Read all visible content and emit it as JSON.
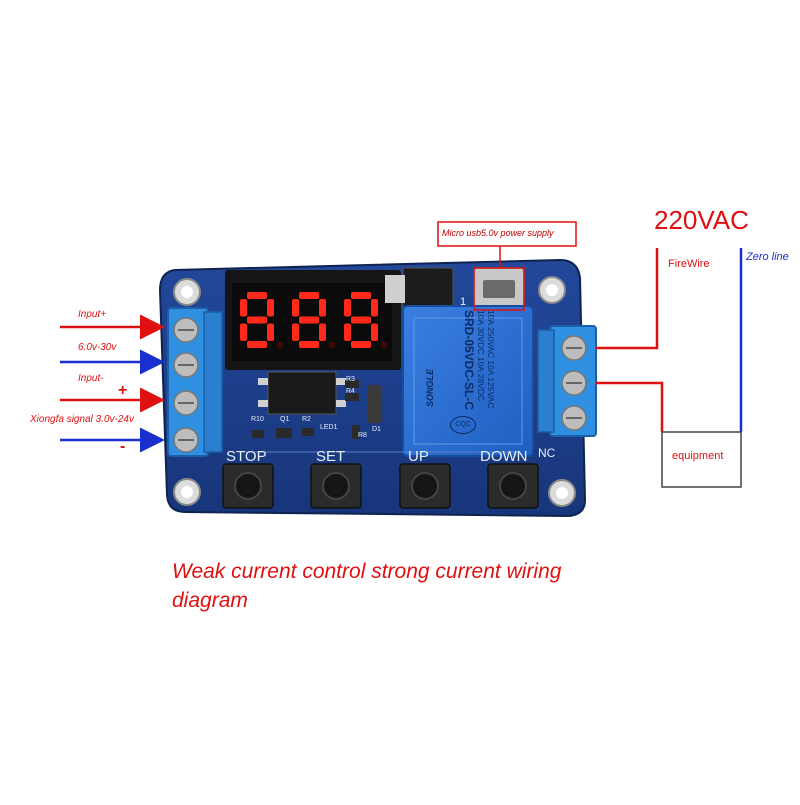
{
  "diagram": {
    "left_labels": {
      "input_plus": "Input+",
      "input_range": "6.0v-30v",
      "input_minus": "Input-",
      "plus_sign": "+",
      "signal": "Xiongfa signal 3.0v-24v",
      "minus_sign": "-"
    },
    "usb_label": "Micro usb5.0v power supply",
    "ac_title": "220VAC",
    "firewire": "FireWire",
    "zero_line": "Zero line",
    "equipment": "equipment",
    "caption_line1": "Weak current control strong current wiring",
    "caption_line2": "diagram",
    "board": {
      "buttons": [
        "STOP",
        "SET",
        "UP",
        "DOWN"
      ],
      "silk_r10": "R10",
      "silk_q1": "Q1",
      "silk_r2": "R2",
      "silk_led1": "LED1",
      "silk_r8": "R8",
      "silk_d1": "D1",
      "silk_r3": "R3",
      "silk_r4": "R4",
      "silk_nc": "NC",
      "silk_1": "1"
    },
    "relay": {
      "brand": "SONGLE",
      "line1": "10A 250VAC  10A 125VAC",
      "line2": "10A  30VDC  10A  28VDC",
      "model": "SRD-05VDC-SL-C",
      "cert": "CQC"
    },
    "display": {
      "digits": [
        "8",
        "8",
        "8"
      ]
    },
    "colors": {
      "red_wire": "#e01010",
      "blue_wire": "#1a2fd0",
      "pcb": "#1e3f8c",
      "relay": "#2a6fd6",
      "terminal": "#2f8fe0"
    }
  }
}
